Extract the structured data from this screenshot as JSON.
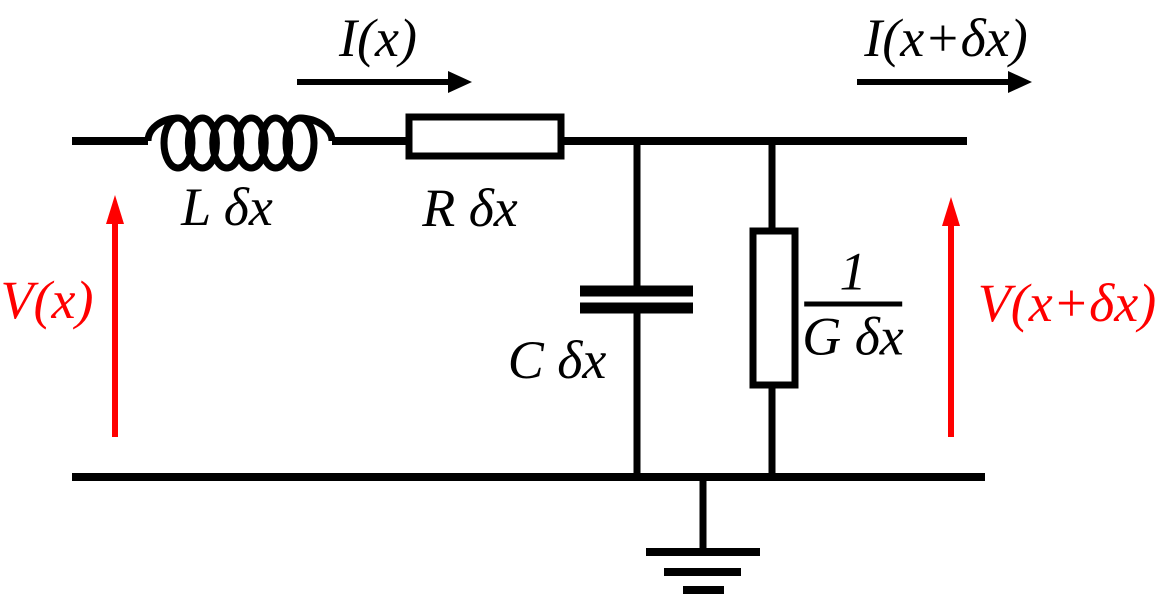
{
  "diagram": {
    "type": "circuit",
    "colors": {
      "wire": "#000000",
      "voltage_accent": "#ff0000",
      "background": "#ffffff"
    },
    "labels": {
      "current_in": "I(x)",
      "current_out": "I(x+δx)",
      "inductor": "L δx",
      "series_resistor": "R δx",
      "shunt_capacitor": "C δx",
      "shunt_conductance_numerator": "1",
      "shunt_conductance_denominator": "G δx",
      "voltage_in": "V(x)",
      "voltage_out": "V(x+δx)"
    }
  }
}
